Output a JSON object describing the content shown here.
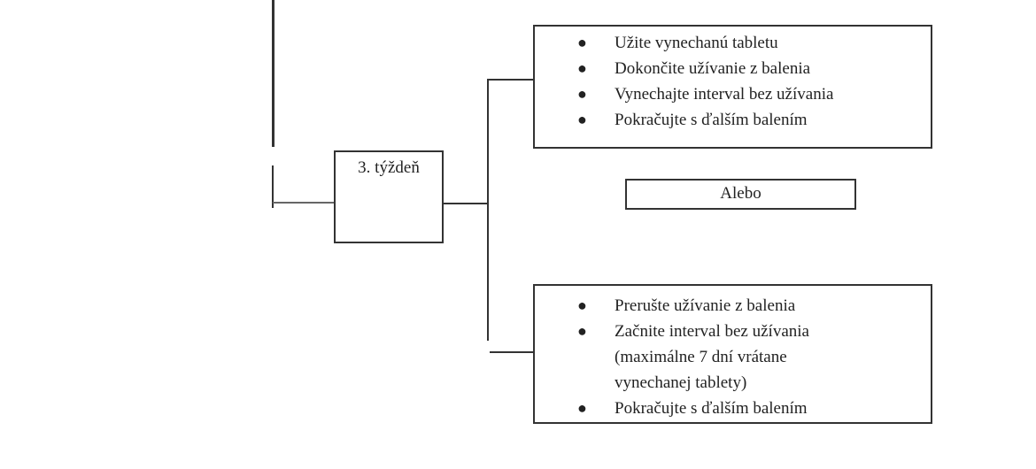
{
  "week_box": {
    "label": "3. týždeň"
  },
  "option_a": {
    "items": [
      "Užite vynechanú tabletu",
      "Dokončite užívanie z balenia",
      "Vynechajte interval bez užívania",
      "Pokračujte s ďalším balením"
    ]
  },
  "separator": {
    "label": "Alebo"
  },
  "option_b": {
    "items": [
      {
        "lines": [
          "Prerušte užívanie z balenia"
        ]
      },
      {
        "lines": [
          "Začnite interval bez užívania",
          "(maximálne 7 dní vrátane",
          "vynechanej tablety)"
        ]
      },
      {
        "lines": [
          "Pokračujte s ďalším balením"
        ]
      }
    ]
  }
}
